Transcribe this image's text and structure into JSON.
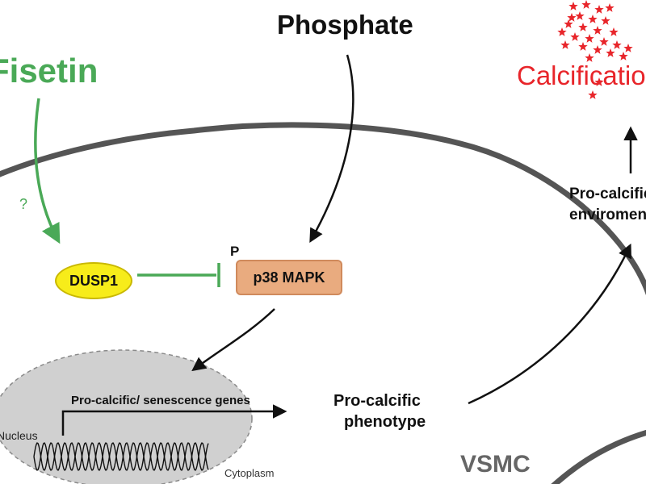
{
  "diagram": {
    "fisetin": "Fisetin",
    "phosphate": "Phosphate",
    "calcification": "Calcification",
    "question_mark": "?",
    "dusp1": "DUSP1",
    "phospho_mark": "P",
    "p38": "p38 MAPK",
    "genes": "Pro-calcific/ senescence genes",
    "nucleus": "Nucleus",
    "cytoplasm": "Cytoplasm",
    "phenotype_line1": "Pro-calcific",
    "phenotype_line2": "phenotype",
    "environment_line1": "Pro-calcific",
    "environment_line2": "enviroment",
    "cell_label": "VSMC"
  },
  "colors": {
    "fisetin": "#4aa957",
    "calcification": "#e8252a",
    "dusp1_fill": "#f7ec1a",
    "p38_fill": "#e9ab7f",
    "nucleus_fill": "#d0d0d0",
    "membrane": "#555555"
  }
}
